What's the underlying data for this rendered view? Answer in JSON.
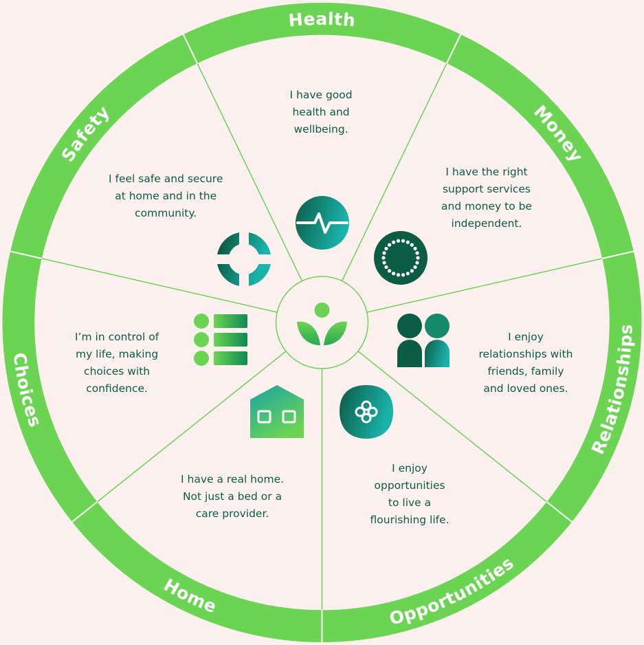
{
  "segments": [
    {
      "id": "health",
      "label": "Health",
      "icon": "heartbeat-icon",
      "lines": [
        "I have good",
        "health and",
        "wellbeing."
      ]
    },
    {
      "id": "money",
      "label": "Money",
      "icon": "coin-icon",
      "lines": [
        "I have the right",
        "support services",
        "and money to be",
        "independent."
      ]
    },
    {
      "id": "relationships",
      "label": "Relationships",
      "icon": "people-icon",
      "lines": [
        "I enjoy",
        "relationships with",
        "friends, family",
        "and loved ones."
      ]
    },
    {
      "id": "opportunities",
      "label": "Opportunities",
      "icon": "flower-icon",
      "lines": [
        "I enjoy",
        "opportunities",
        "to live a",
        "flourishing life."
      ]
    },
    {
      "id": "home",
      "label": "Home",
      "icon": "house-icon",
      "lines": [
        "I have a real home.",
        "Not just a bed or a",
        "care provider."
      ]
    },
    {
      "id": "choices",
      "label": "Choices",
      "icon": "list-icon",
      "lines": [
        "I’m in control of",
        "my life, making",
        "choices with",
        "confidence."
      ]
    },
    {
      "id": "safety",
      "label": "Safety",
      "icon": "lifebuoy-icon",
      "lines": [
        "I feel safe and secure",
        "at home and in the",
        "community."
      ]
    }
  ],
  "center_icon": "sprout-icon",
  "colors": {
    "background": "#fcf1ef",
    "ring": "#6bd453",
    "ring_text": "#ffffff",
    "body_text": "#0b5c45",
    "icon_dark": "#0b5c45",
    "icon_teal": "#1aa3a3"
  }
}
